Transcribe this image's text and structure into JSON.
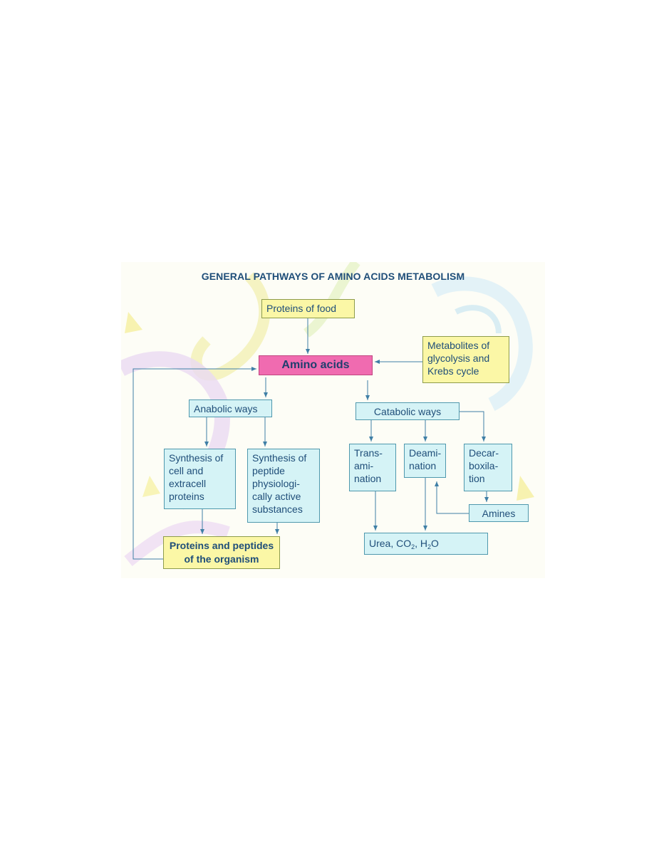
{
  "title": "GENERAL PATHWAYS OF AMINO ACIDS METABOLISM",
  "nodes": {
    "proteins_of_food": "Proteins of food",
    "amino_acids": "Amino acids",
    "metabolites": "Metabolites of\nglycolysis and\nKrebs cycle",
    "anabolic_ways": "Anabolic ways",
    "catabolic_ways": "Catabolic ways",
    "synthesis_cell": "Synthesis of\ncell and\nextracell\nproteins",
    "synthesis_peptide": "Synthesis of\npeptide\nphysiologi-\ncally active\nsubstances",
    "transamination": "Trans-\nami-\nnation",
    "deamination": "Deami-\nnation",
    "decarboxilation": "Decar-\nboxila-\ntion",
    "amines": "Amines",
    "proteins_peptides": "Proteins and peptides\nof the organism",
    "urea_prefix": "Urea, CO",
    "urea_sub1": "2",
    "urea_mid": ", H",
    "urea_sub2": "2",
    "urea_suffix": "O"
  },
  "colors": {
    "title": "#1f4e79",
    "cyan_box": "#d5f3f6",
    "yellow_box": "#fbf7a6",
    "pink_box": "#f06bb0",
    "arrow": "#3f7fa6"
  }
}
